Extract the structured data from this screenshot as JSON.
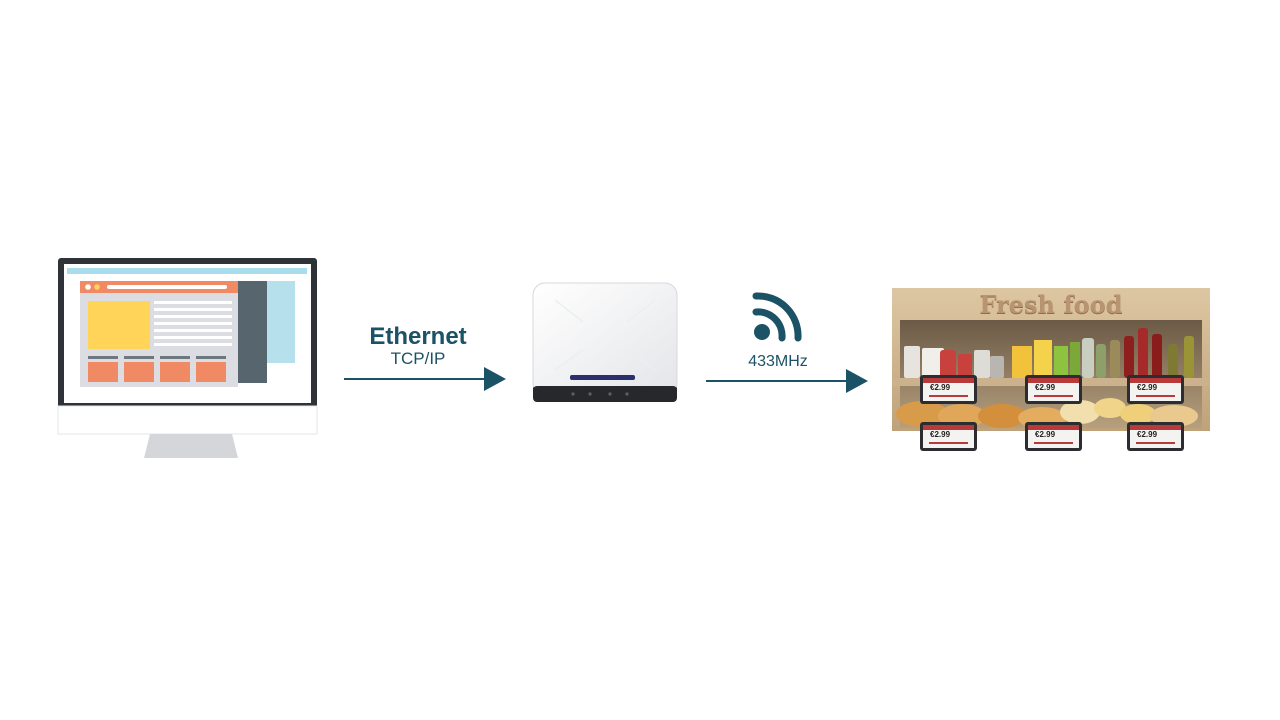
{
  "link1": {
    "title": "Ethernet",
    "subtitle": "TCP/IP"
  },
  "link2": {
    "subtitle": "433MHz"
  },
  "shelf": {
    "banner": "Fresh food",
    "price_tag": "€2.99"
  },
  "colors": {
    "accent": "#1c5266",
    "tag_red": "#b83a3a",
    "shelf_wood": "#c9b08a"
  },
  "icons": [
    "monitor-icon",
    "gateway-device-icon",
    "wireless-signal-icon",
    "shelf-image"
  ]
}
